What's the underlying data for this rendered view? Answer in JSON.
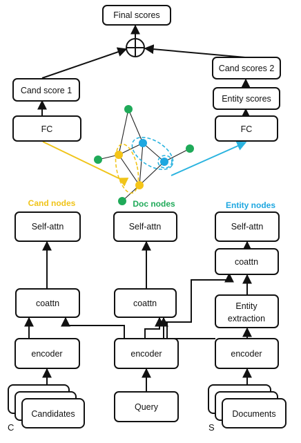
{
  "nodes": {
    "final_scores": "Final scores",
    "cand_score_1": "Cand score 1",
    "cand_scores_2": "Cand scores 2",
    "entity_scores": "Entity scores",
    "fc_left": "FC",
    "fc_right": "FC",
    "self_attn_left": "Self-attn",
    "self_attn_mid": "Self-attn",
    "self_attn_right": "Self-attn",
    "coattn_left": "coattn",
    "coattn_mid": "coattn",
    "coattn_right": "coattn",
    "entity_extraction_line1": "Entity",
    "entity_extraction_line2": "extraction",
    "encoder_left": "encoder",
    "encoder_mid": "encoder",
    "encoder_right": "encoder",
    "candidates": "Candidates",
    "query": "Query",
    "documents": "Documents"
  },
  "labels": {
    "cand_nodes": "Cand nodes",
    "doc_nodes": "Doc nodes",
    "entity_nodes": "Entity nodes",
    "c_letter": "C",
    "s_letter": "S"
  },
  "colors": {
    "cand_node": "#f5c518",
    "doc_node": "#1faa59",
    "entity_node": "#1ea7e0",
    "cand_arrow": "#f0c419",
    "entity_arrow": "#2ab3df"
  },
  "icons": {
    "combine": "circled-plus-icon"
  }
}
